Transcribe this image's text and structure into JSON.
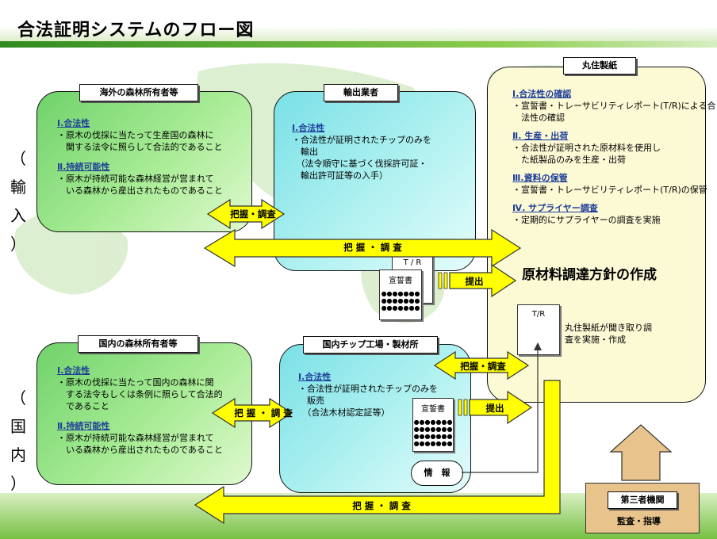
{
  "title": "合法証明システムのフロー図",
  "side": {
    "import_label": [
      "（",
      "輸",
      "入",
      "）"
    ],
    "domestic_label": [
      "（",
      "国",
      "内",
      "）"
    ]
  },
  "overseas_owner": {
    "label": "海外の森林所有者等",
    "s1_head": "Ⅰ.合法性",
    "s1_lines": [
      "・原木の伐採に当たって生産国の森林に",
      "　関する法令に照らして合法的であること"
    ],
    "s2_head": "Ⅱ.持続可能性",
    "s2_lines": [
      "・原木が持続可能な森林経営が営まれて",
      "　いる森林から産出されたものであること"
    ]
  },
  "exporter": {
    "label": "輸出業者",
    "s1_head": "Ⅰ.合法性",
    "s1_lines": [
      "・合法性が証明されたチップのみを",
      "　輸出",
      "　（法令順守に基づく伐採許可証・",
      "　輸出許可証等の入手）"
    ]
  },
  "marusumi": {
    "label": "丸住製紙",
    "s1_head": "Ⅰ.合法性の確認",
    "s1_lines": [
      "・宣誓書・トレーサビリティレポート(T/R)による合",
      "　法性の確認"
    ],
    "s2_head": "Ⅱ. 生産・出荷",
    "s2_lines": [
      "・合法性が証明された原材料を使用し",
      "　た紙製品のみを生産・出荷"
    ],
    "s3_head": "Ⅲ.資料の保管",
    "s3_lines": [
      "・宣誓書・トレーサビリティレポート(T/R)の保管"
    ],
    "s4_head": "Ⅳ. サプライヤー調査",
    "s4_lines": [
      "・定期的にサプライヤーの調査を実施"
    ],
    "policy": "原材料調達方針の作成",
    "tr_doc": "T/R",
    "note_lines": [
      "丸住製紙が聞き取り調",
      "査を実施・作成"
    ]
  },
  "domestic_owner": {
    "label": "国内の森林所有者等",
    "s1_head": "Ⅰ.合法性",
    "s1_lines": [
      "・原木の伐採に当たって国内の森林に関",
      "　する法令もしくは条例に照らして合法的",
      "　であること"
    ],
    "s2_head": "Ⅱ.持続可能性",
    "s2_lines": [
      "・原木が持続可能な森林経営が営まれて",
      "　いる森林から産出されたものであること"
    ]
  },
  "domestic_mill": {
    "label": "国内チップ工場・製材所",
    "s1_head": "Ⅰ.合法性",
    "s1_lines": [
      "・合法性が証明されたチップのみを",
      "　販売",
      "　（合法木材認定証等）"
    ],
    "doc_title": "宣誓書",
    "info": "情　報"
  },
  "third_party": {
    "label": "第三者機関",
    "sub": "監査・指導"
  },
  "arrows": {
    "grasp_short": "把握・調査",
    "grasp_spaced": "把 握 ・ 調 査",
    "submit": "提出"
  },
  "import_docs": {
    "tr": "T / R",
    "oath": "宣誓書"
  },
  "colors": {
    "arrow_fill": "#ffff00",
    "green_box": "#7fd874",
    "cyan_box": "#9eefee",
    "cream_box": "#fcf9d5",
    "tan_box": "#e8c48c"
  }
}
